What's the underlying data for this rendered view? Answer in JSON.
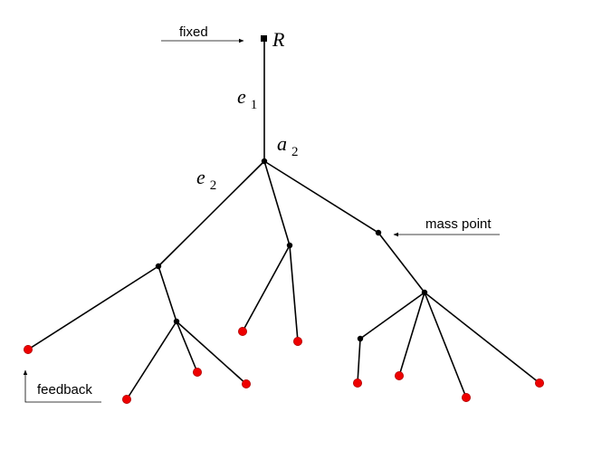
{
  "labels": {
    "root": "R",
    "fixed": "fixed",
    "mass_point": "mass point",
    "feedback": "feedback",
    "e1": {
      "base": "e",
      "sub": "1"
    },
    "e2": {
      "base": "e",
      "sub": "2"
    },
    "a2": {
      "base": "a",
      "sub": "2"
    }
  },
  "colors": {
    "edge": "#000000",
    "inner_node": "#000000",
    "leaf_node": "#ee0000"
  },
  "tree": {
    "nodes": [
      "R",
      "a2",
      "n_left",
      "n_mid",
      "n_right",
      "n_left2",
      "n_right2",
      "n_right3"
    ],
    "edges": [
      [
        "R",
        "a2"
      ],
      [
        "a2",
        "n_left"
      ],
      [
        "a2",
        "n_mid"
      ],
      [
        "a2",
        "n_right"
      ],
      [
        "n_left",
        "leaf_1"
      ],
      [
        "n_left",
        "n_left2"
      ],
      [
        "n_left2",
        "leaf_2"
      ],
      [
        "n_left2",
        "leaf_3"
      ],
      [
        "n_left2",
        "leaf_4"
      ],
      [
        "n_mid",
        "leaf_5"
      ],
      [
        "n_mid",
        "leaf_6"
      ],
      [
        "n_right",
        "n_right2"
      ],
      [
        "n_right2",
        "n_right3"
      ],
      [
        "n_right2",
        "leaf_8"
      ],
      [
        "n_right2",
        "leaf_9"
      ],
      [
        "n_right2",
        "leaf_10"
      ],
      [
        "n_right3",
        "leaf_7"
      ]
    ],
    "leaves": [
      "leaf_1",
      "leaf_2",
      "leaf_3",
      "leaf_4",
      "leaf_5",
      "leaf_6",
      "leaf_7",
      "leaf_8",
      "leaf_9",
      "leaf_10"
    ]
  }
}
